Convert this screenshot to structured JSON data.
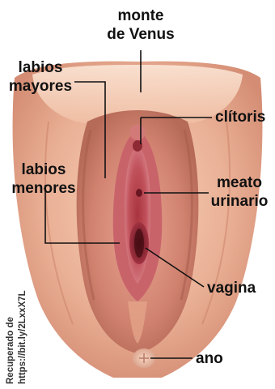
{
  "labels": {
    "monte_de_venus": [
      "monte",
      "de Venus"
    ],
    "labios_mayores": [
      "labios",
      "mayores"
    ],
    "labios_menores": [
      "labios",
      "menores"
    ],
    "clitoris": [
      "clítoris"
    ],
    "meato_urinario": [
      "meato",
      "urinario"
    ],
    "vagina": [
      "vagina"
    ],
    "ano": [
      "ano"
    ]
  },
  "credit": {
    "line1": "Recuperado de",
    "line2": "https://bit.ly/2LxxX7L"
  },
  "colors": {
    "skin_light": "#f2c6ad",
    "skin_mid": "#e3a48a",
    "skin_dark": "#b86a5a",
    "inner_red": "#8e2a34",
    "inner_pink": "#d9848a",
    "leader_line": "#111111"
  }
}
